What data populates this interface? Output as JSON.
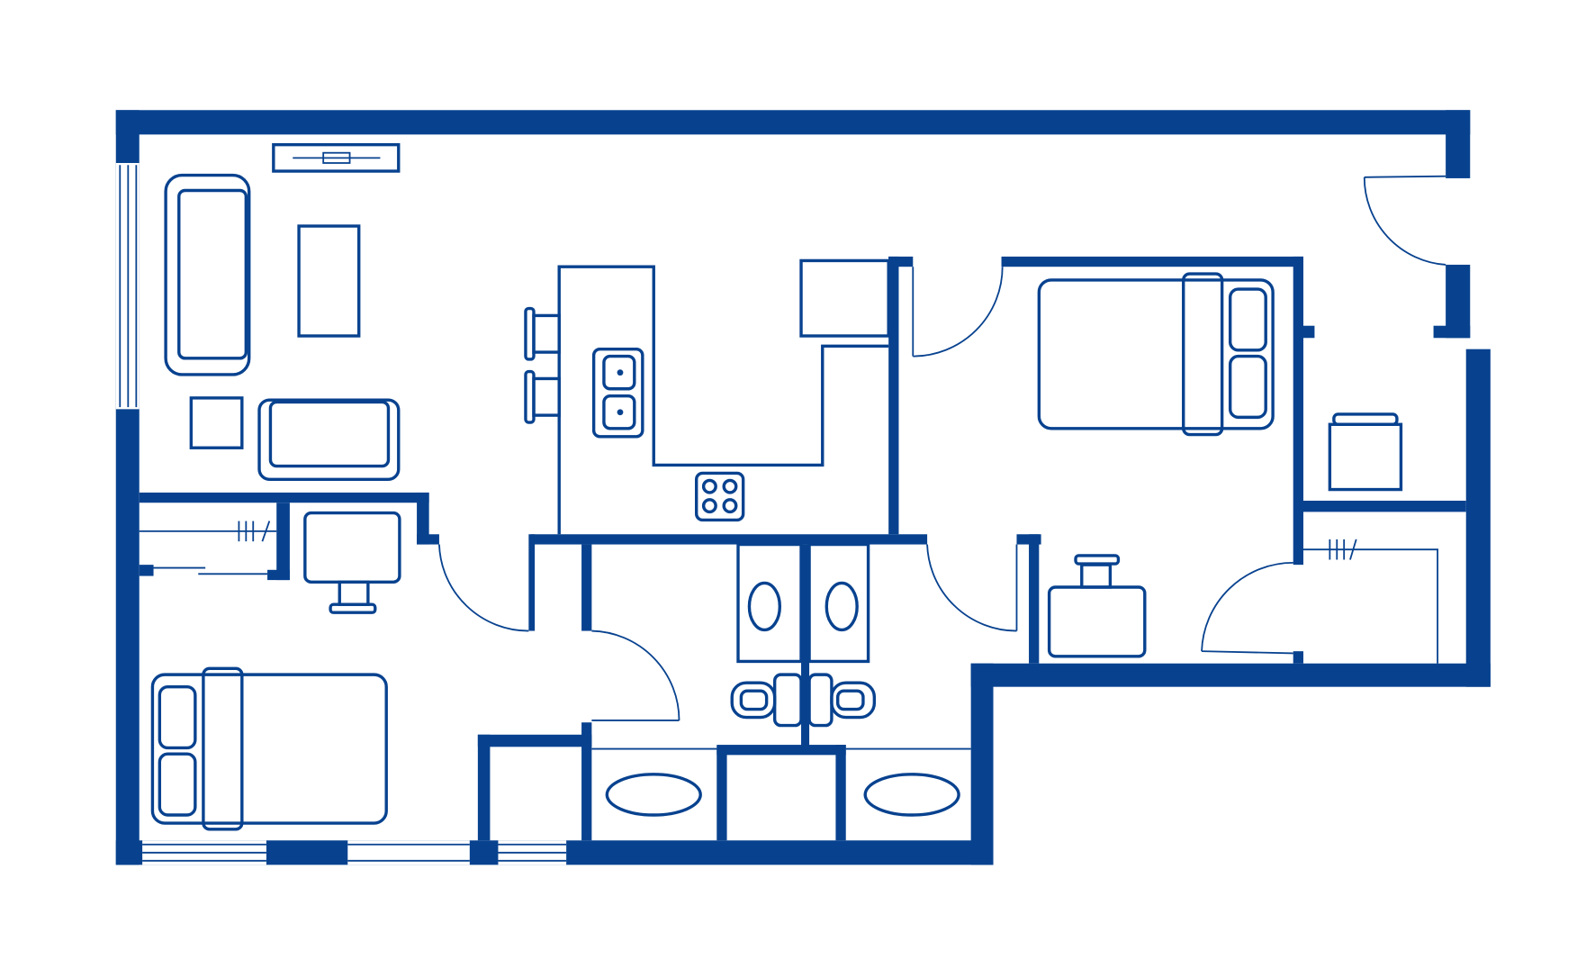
{
  "plan": {
    "colors": {
      "wall": "#08428f",
      "background": "#ffffff"
    },
    "rooms": [
      "living-room",
      "kitchen",
      "bedroom-1",
      "bedroom-2",
      "bathroom-1",
      "bathroom-2",
      "closets",
      "entry"
    ]
  }
}
